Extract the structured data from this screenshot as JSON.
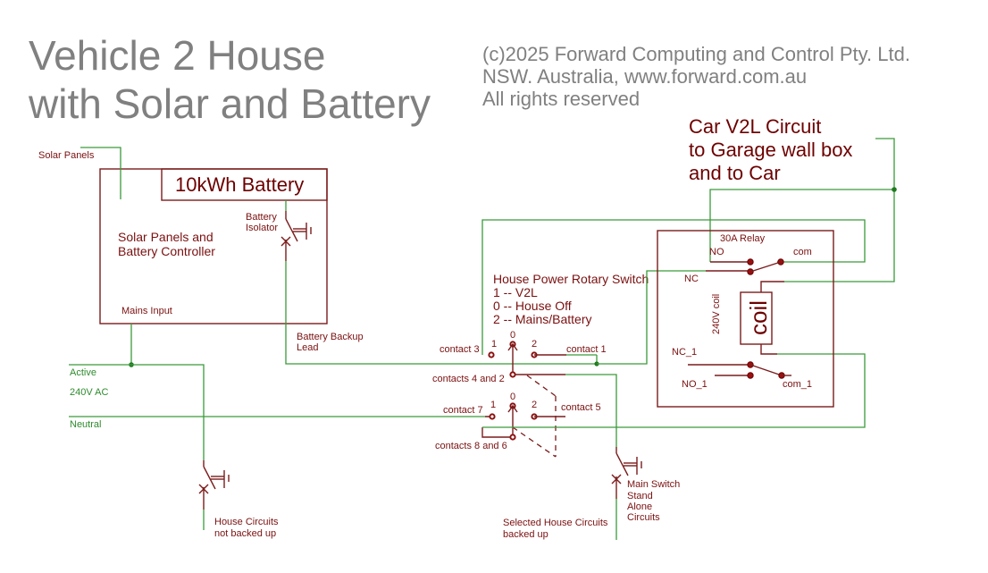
{
  "title": {
    "line1": "Vehicle 2 House",
    "line2": "with Solar and Battery"
  },
  "copyright": {
    "line1": "(c)2025 Forward Computing and Control Pty. Ltd.",
    "line2": "NSW. Australia, www.forward.com.au",
    "line3": "All rights reserved"
  },
  "car_circuit": {
    "line1": "Car V2L Circuit",
    "line2": "to Garage wall box",
    "line3": "and to Car"
  },
  "solar": {
    "panels_label": "Solar Panels",
    "battery_label": "10kWh Battery",
    "controller_line1": "Solar Panels and",
    "controller_line2": "Battery Controller",
    "mains_input": "Mains Input",
    "isolator_line1": "Battery",
    "isolator_line2": "Isolator",
    "backup_line1": "Battery Backup",
    "backup_line2": "Lead"
  },
  "mains": {
    "active": "Active",
    "voltage": "240V AC",
    "neutral": "Neutral"
  },
  "rotary_switch": {
    "title": "House Power Rotary Switch",
    "pos1": "1 -- V2L",
    "pos0": "0 -- House Off",
    "pos2": "2 -- Mains/Battery",
    "upper": {
      "num0": "0",
      "num1": "1",
      "num2": "2",
      "contact_left": "contact 3",
      "contact_right": "contact 1",
      "contact_common": "contacts 4 and 2"
    },
    "lower": {
      "num0": "0",
      "num1": "1",
      "num2": "2",
      "contact_left": "contact 7",
      "contact_right": "contact 5",
      "contact_common": "contacts 8 and 6"
    }
  },
  "relay": {
    "title": "30A Relay",
    "no": "NO",
    "com": "com",
    "nc": "NC",
    "coil_rating": "240V coil",
    "coil": "coil",
    "nc1": "NC_1",
    "no1": "NO_1",
    "com1": "com_1"
  },
  "outputs": {
    "not_backed_line1": "House Circuits",
    "not_backed_line2": "not backed up",
    "backed_line1": "Selected House Circuits",
    "backed_line2": "backed up",
    "main_switch_line1": "Main Switch",
    "main_switch_line2": "Stand",
    "main_switch_line3": "Alone",
    "main_switch_line4": "Circuits"
  }
}
